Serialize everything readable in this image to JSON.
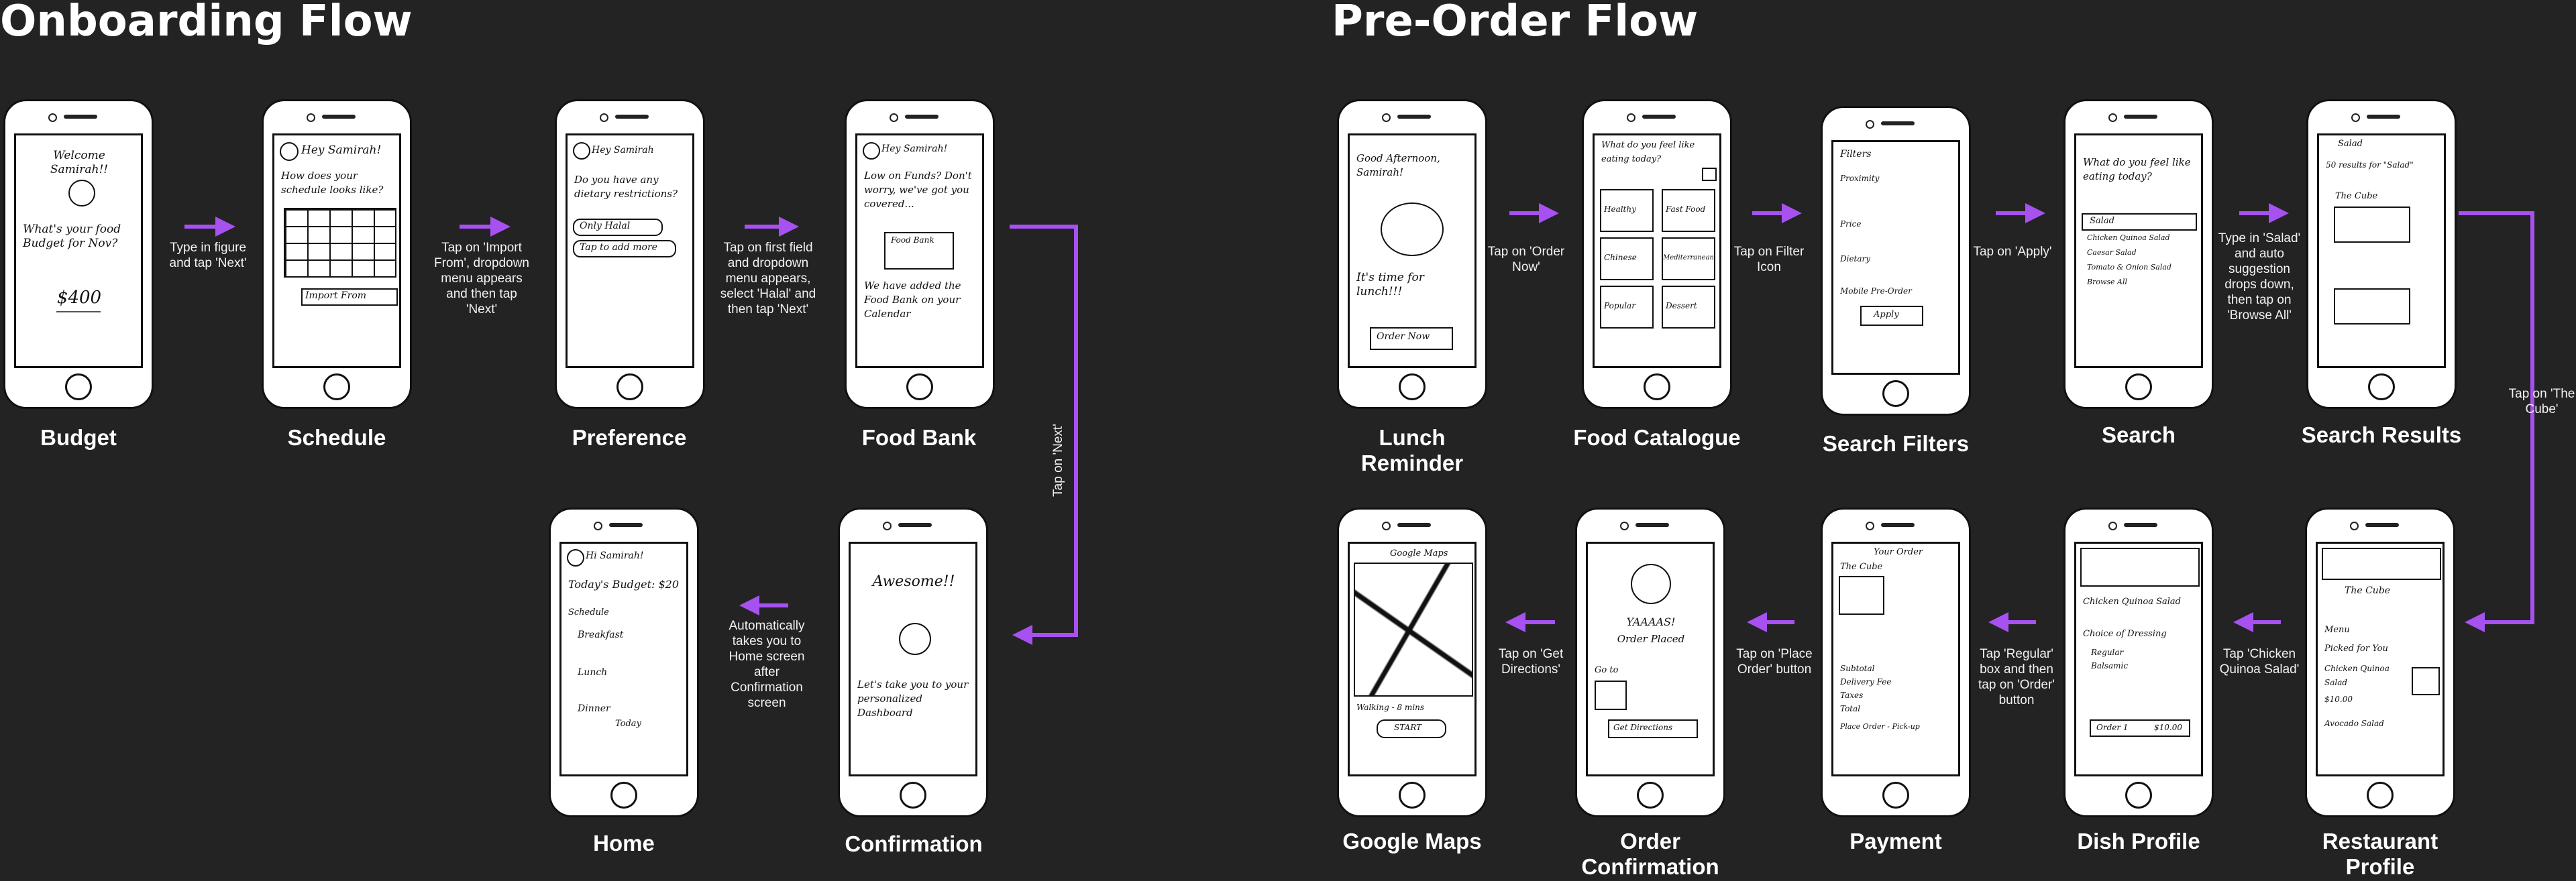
{
  "onboarding": {
    "title": "Onboarding Flow",
    "screens": [
      {
        "label": "Budget",
        "sketch": [
          "Welcome Samirah!!",
          "What's your food Budget for Nov?",
          "$400"
        ]
      },
      {
        "label": "Schedule",
        "sketch": [
          "Hey Samirah!",
          "How does your schedule looks like?",
          "Import From"
        ]
      },
      {
        "label": "Preference",
        "sketch": [
          "Hey Samirah",
          "Do you have any dietary restrictions?",
          "Only Halal",
          "Tap to add more"
        ]
      },
      {
        "label": "Food Bank",
        "sketch": [
          "Hey Samirah!",
          "Low on Funds? Don't worry, we've got you covered...",
          "Food Bank",
          "We have added the Food Bank on your Calendar"
        ]
      },
      {
        "label": "Home",
        "sketch": [
          "Hi Samirah!",
          "Today's Budget: $20",
          "Schedule",
          "Breakfast",
          "Lunch",
          "Dinner",
          "Today"
        ]
      },
      {
        "label": "Confirmation",
        "sketch": [
          "Awesome!!",
          "Let's take you to your personalized Dashboard"
        ]
      }
    ],
    "instructions": {
      "budget_to_schedule": "Type in figure and tap 'Next'",
      "schedule_to_preference": "Tap on 'Import From', dropdown menu appears and then tap 'Next'",
      "preference_to_foodbank": "Tap on first field and dropdown menu appears, select 'Halal' and then tap 'Next'",
      "foodbank_to_confirmation": "Tap on 'Next'",
      "confirmation_to_home": "Automatically takes you to Home screen after Confirmation screen"
    }
  },
  "preorder": {
    "title": "Pre-Order Flow",
    "screens": [
      {
        "label": "Lunch Reminder",
        "sketch": [
          "Good Afternoon, Samirah!",
          "It's time for lunch!!!",
          "Order Now"
        ]
      },
      {
        "label": "Food Catalogue",
        "sketch": [
          "What do you feel like eating today?",
          "Healthy",
          "Fast Food",
          "Chinese",
          "Mediterranean",
          "Popular",
          "Dessert"
        ]
      },
      {
        "label": "Search Filters",
        "sketch": [
          "Filters",
          "Proximity",
          "Price",
          "Dietary",
          "Mobile Pre-Order",
          "Apply"
        ]
      },
      {
        "label": "Search",
        "sketch": [
          "What do you feel like eating today?",
          "Salad",
          "Chicken Quinoa Salad",
          "Caesar Salad",
          "Tomato & Onion Salad",
          "Browse All"
        ]
      },
      {
        "label": "Search Results",
        "sketch": [
          "Salad",
          "50 results for \"Salad\"",
          "The Cube"
        ]
      },
      {
        "label": "Restaurant Profile",
        "sketch": [
          "The Cube",
          "Menu",
          "Picked for You",
          "Chicken Quinoa Salad",
          "$10.00",
          "Avocado Salad"
        ]
      },
      {
        "label": "Dish Profile",
        "sketch": [
          "Chicken Quinoa Salad",
          "Choice of Dressing",
          "Regular",
          "Balsamic",
          "Order 1",
          "$10.00"
        ]
      },
      {
        "label": "Payment",
        "sketch": [
          "Your Order",
          "The Cube",
          "Subtotal",
          "Delivery Fee",
          "Taxes",
          "Total",
          "Place Order - Pick-up"
        ]
      },
      {
        "label": "Order Confirmation",
        "sketch": [
          "YAAAAS!",
          "Order Placed",
          "Go to",
          "Get Directions"
        ]
      },
      {
        "label": "Google Maps",
        "sketch": [
          "Google Maps",
          "Walking - 8 mins",
          "START"
        ]
      }
    ],
    "instructions": {
      "reminder_to_catalogue": "Tap on 'Order Now'",
      "catalogue_to_filters": "Tap on Filter Icon",
      "filters_to_search": "Tap on 'Apply'",
      "search_to_results": "Type in 'Salad' and auto suggestion drops down, then tap on 'Browse All'",
      "results_to_restaurant": "Tap on 'The Cube'",
      "restaurant_to_dish": "Tap 'Chicken Quinoa Salad'",
      "dish_to_payment": "Tap 'Regular' box and then tap on 'Order' button",
      "payment_to_confirmation": "Tap on 'Place Order' button",
      "confirmation_to_maps": "Tap on 'Get Directions'"
    }
  },
  "colors": {
    "background": "#232323",
    "arrow": "#a651f0",
    "text": "#ffffff"
  }
}
